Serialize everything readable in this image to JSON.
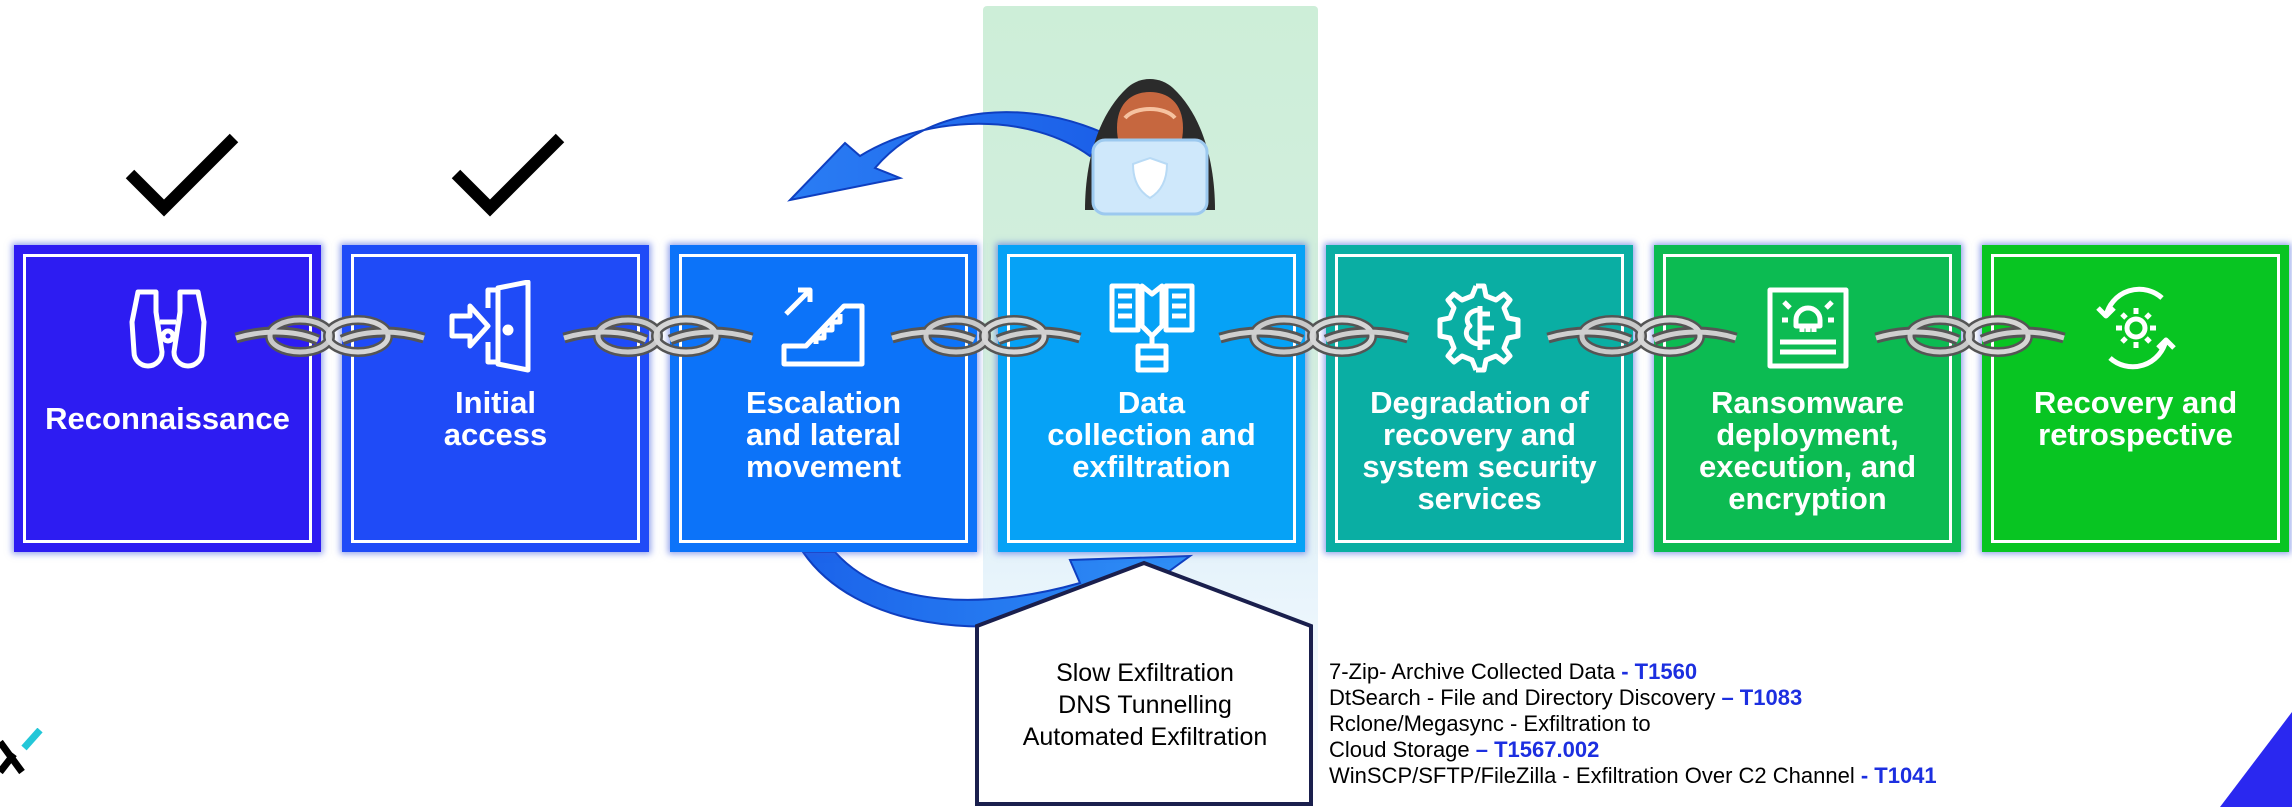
{
  "stages": [
    {
      "label_lines": [
        "Reconnaissance"
      ],
      "color": "#2d1cf2",
      "icon": "binoculars-icon",
      "completed": true
    },
    {
      "label_lines": [
        "Initial",
        "access"
      ],
      "color": "#1f4bf7",
      "icon": "door-enter-icon",
      "completed": true
    },
    {
      "label_lines": [
        "Escalation",
        "and lateral",
        "movement"
      ],
      "color": "#0c73f9",
      "icon": "escalator-icon",
      "completed": false
    },
    {
      "label_lines": [
        "Data",
        "collection and",
        "exfiltration"
      ],
      "color": "#06a2f6",
      "icon": "data-documents-icon",
      "completed": false
    },
    {
      "label_lines": [
        "Degradation of",
        "recovery and",
        "system security",
        "services"
      ],
      "color": "#0aaea3",
      "icon": "gear-brain-icon",
      "completed": false
    },
    {
      "label_lines": [
        "Ransomware",
        "deployment,",
        "execution, and",
        "encryption"
      ],
      "color": "#0cbb52",
      "icon": "skull-monitor-icon",
      "completed": false
    },
    {
      "label_lines": [
        "Recovery and",
        "retrospective"
      ],
      "color": "#08c522",
      "icon": "gear-cycle-icon",
      "completed": false
    }
  ],
  "exfil_methods": [
    "Slow Exfiltration",
    "DNS Tunnelling",
    "Automated Exfiltration"
  ],
  "techniques": [
    {
      "text": "7-Zip- Archive Collected Data ",
      "id": "- T1560"
    },
    {
      "text": "DtSearch - File and Directory Discovery ",
      "id": "– T1083"
    },
    {
      "text": "Rclone/Megasync - Exfiltration to",
      "id": ""
    },
    {
      "text": "Cloud Storage ",
      "id": "– T1567.002"
    },
    {
      "text": "WinSCP/SFTP/FileZilla - Exfiltration Over C2 Channel ",
      "id": "- T1041"
    }
  ],
  "colors": {
    "highlight": "#cdeed8",
    "arrow": "#1a6ff2",
    "technique_id": "#1c2fe0"
  }
}
